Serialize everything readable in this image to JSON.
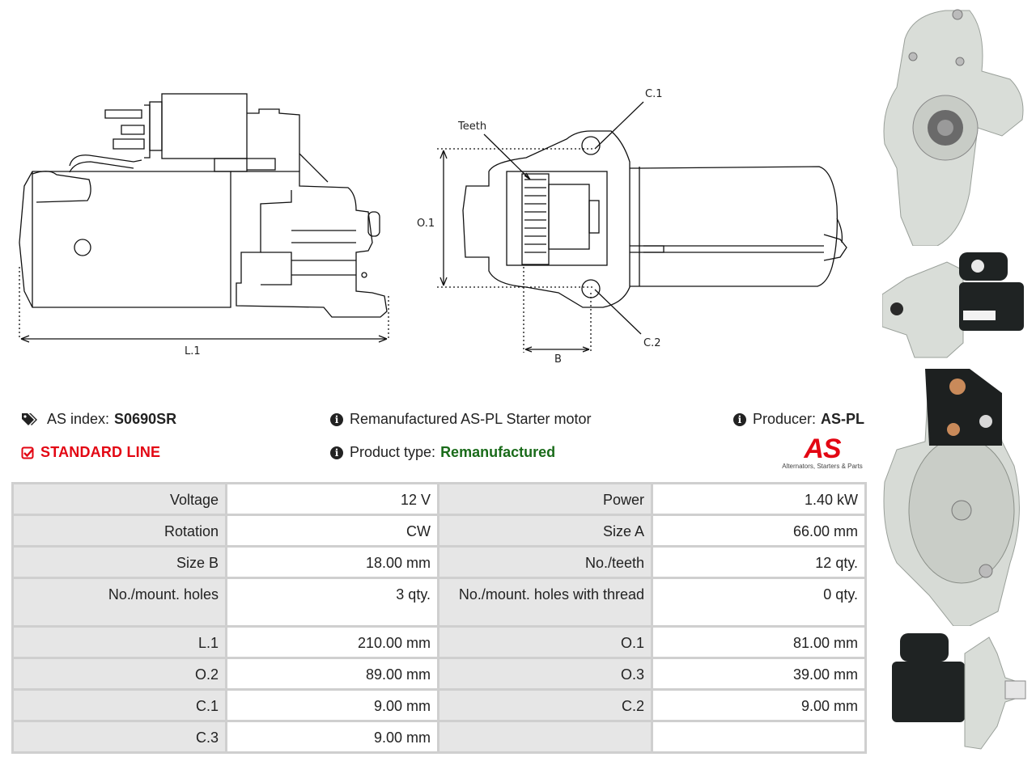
{
  "drawing": {
    "labels": {
      "l1": "L.1",
      "o1": "O.1",
      "teeth": "Teeth",
      "c1": "C.1",
      "c2": "C.2",
      "b": "B"
    }
  },
  "product": {
    "as_index_label": "AS index:",
    "as_index_value": "S0690SR",
    "line": "STANDARD LINE",
    "description": "Remanufactured AS-PL Starter motor",
    "product_type_label": "Product type:",
    "product_type_value": "Remanufactured",
    "producer_label": "Producer:",
    "producer_value": "AS-PL"
  },
  "logo": {
    "mark": "AS",
    "tagline": "Alternators, Starters & Parts"
  },
  "specs": [
    [
      "Voltage",
      "12 V",
      "Power",
      "1.40 kW"
    ],
    [
      "Rotation",
      "CW",
      "Size A",
      "66.00 mm"
    ],
    [
      "Size B",
      "18.00 mm",
      "No./teeth",
      "12 qty."
    ],
    [
      "No./mount. holes",
      "3 qty.",
      "No./mount. holes with thread",
      "0 qty."
    ],
    [
      "L.1",
      "210.00 mm",
      "O.1",
      "81.00 mm"
    ],
    [
      "O.2",
      "89.00 mm",
      "O.3",
      "39.00 mm"
    ],
    [
      "C.1",
      "9.00 mm",
      "C.2",
      "9.00 mm"
    ],
    [
      "C.3",
      "9.00 mm",
      "",
      ""
    ]
  ],
  "colors": {
    "accent_red": "#e30613",
    "green": "#1a6b1a",
    "key_cell_bg": "#e6e6e6",
    "border": "#cfcfcf"
  },
  "icons": [
    "tags-icon",
    "check-square-icon",
    "info-circle-icon"
  ]
}
